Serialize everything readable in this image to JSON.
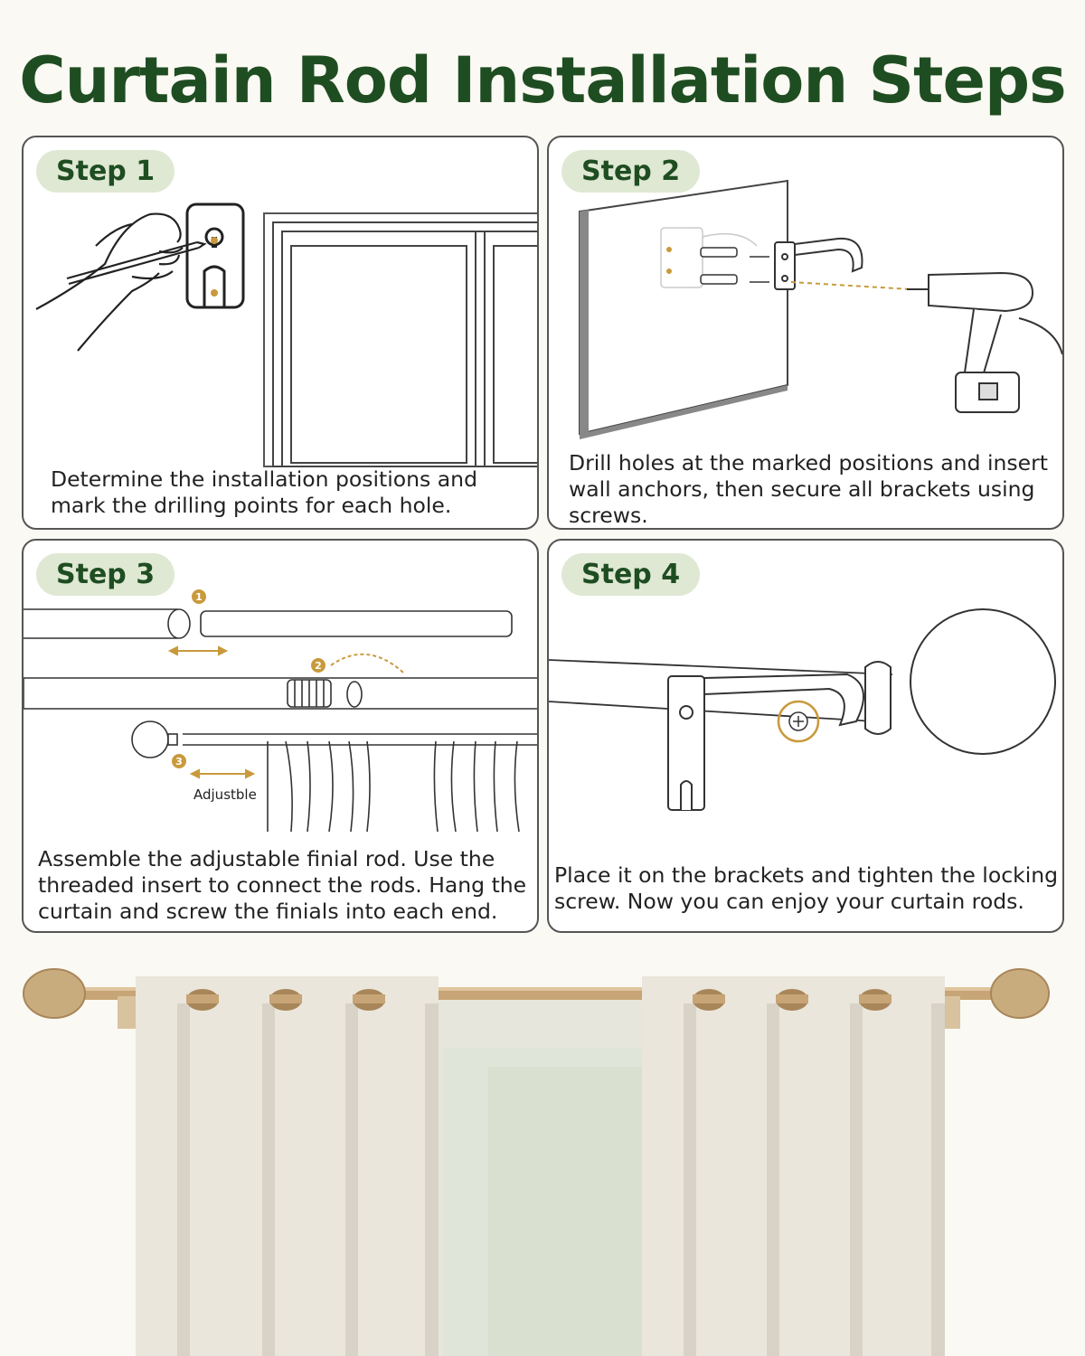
{
  "title": "Curtain Rod Installation Steps",
  "colors": {
    "title": "#1f4d22",
    "badge_bg": "#dfe8d3",
    "accent_gold": "#c99a3c",
    "rod_wood": "#c7a576",
    "curtain": "#eae6dc"
  },
  "steps": [
    {
      "label": "Step 1",
      "text": "Determine the installation positions and mark the drilling points for each hole."
    },
    {
      "label": "Step 2",
      "text": "Drill holes at the marked positions and insert wall anchors, then secure all brackets using screws."
    },
    {
      "label": "Step 3",
      "text": "Assemble the adjustable finial rod. Use the threaded insert to connect the rods. Hang the curtain and screw the finials into each end.",
      "markers": [
        "1",
        "2",
        "3"
      ],
      "adjust_label": "Adjustble"
    },
    {
      "label": "Step 4",
      "text": "Place it on the brackets and tighten the locking screw. Now you can enjoy your curtain rods."
    }
  ],
  "icons": [
    "pencil-hand-icon",
    "bracket-template-icon",
    "window-frame-icon",
    "wall-icon",
    "drill-icon",
    "anchor-icon",
    "rod-icon",
    "finial-icon",
    "bracket-icon"
  ]
}
